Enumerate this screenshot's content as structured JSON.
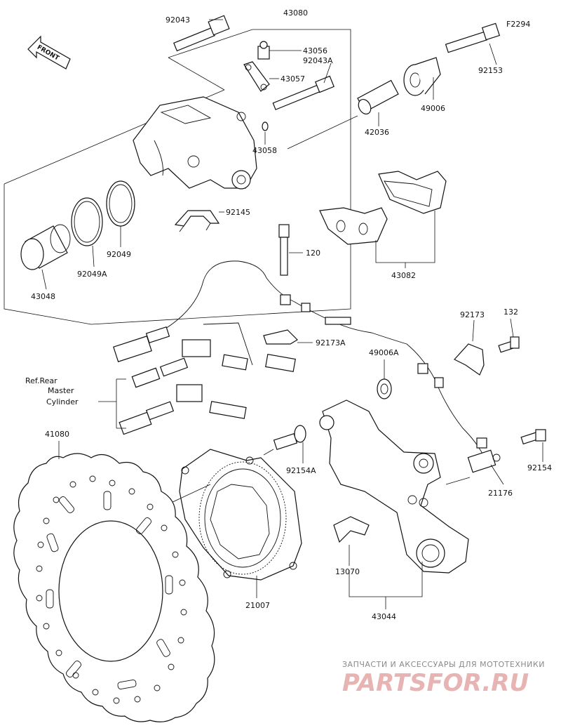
{
  "figure_code": "F2294",
  "front_label": "FRONT",
  "ref_label": [
    "Ref.Rear",
    "Master",
    "Cylinder"
  ],
  "parts": {
    "p92043": "92043",
    "p43080": "43080",
    "p43056": "43056",
    "p92043A": "92043A",
    "p43057": "43057",
    "p92153": "92153",
    "p49006": "49006",
    "p42036": "42036",
    "p43058": "43058",
    "p92145": "92145",
    "p92049": "92049",
    "p92049A": "92049A",
    "p43048": "43048",
    "p43082": "43082",
    "p120": "120",
    "p92173A": "92173A",
    "p49006A": "49006A",
    "p92173": "92173",
    "p132": "132",
    "p41080": "41080",
    "p92154A": "92154A",
    "p92154": "92154",
    "p21176": "21176",
    "p13070": "13070",
    "p21007": "21007",
    "p43044": "43044"
  },
  "watermark": {
    "line1": "ЗАПЧАСТИ И АКСЕССУАРЫ ДЛЯ МОТОТЕХНИКИ",
    "line2": "PARTSFOR.RU"
  }
}
